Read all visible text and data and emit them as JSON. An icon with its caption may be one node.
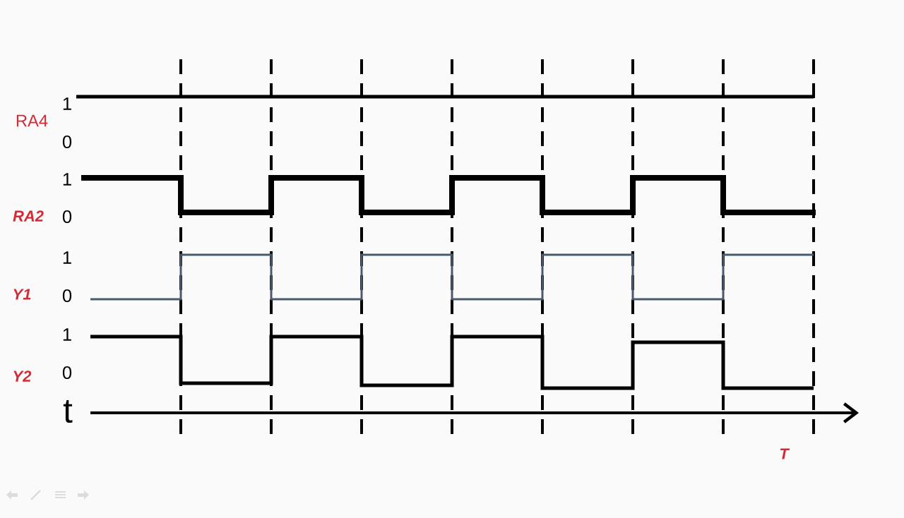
{
  "diagram": {
    "labels": [
      "RA4",
      "1",
      "0",
      "RA2",
      "1",
      "0",
      "Y1",
      "1",
      "0",
      "Y2",
      "1",
      "0",
      "t",
      "T"
    ]
  }
}
